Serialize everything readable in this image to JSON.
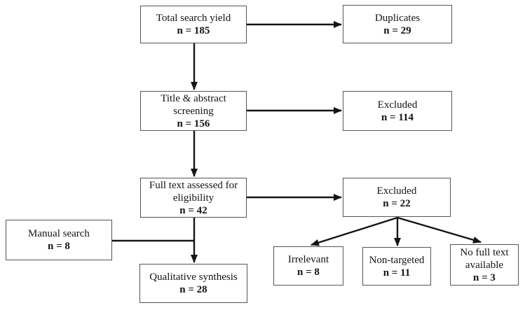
{
  "diagram": {
    "type": "flowchart",
    "subject": "literature-screening-flow",
    "colors": {
      "background": "#ffffff",
      "border": "#555555",
      "arrow": "#141414",
      "text": "#141414"
    },
    "nodes": {
      "total": {
        "label": "Total search yield",
        "count": "n = 185",
        "value": 185
      },
      "duplicates": {
        "label": "Duplicates",
        "count": "n = 29",
        "value": 29
      },
      "screening": {
        "label": "Title & abstract screening",
        "count": "n = 156",
        "value": 156
      },
      "excluded114": {
        "label": "Excluded",
        "count": "n = 114",
        "value": 114
      },
      "fulltext": {
        "label": "Full text assessed for eligibility",
        "count": "n = 42",
        "value": 42
      },
      "excluded22": {
        "label": "Excluded",
        "count": "n = 22",
        "value": 22
      },
      "manual": {
        "label": "Manual search",
        "count": "n = 8",
        "value": 8
      },
      "qualitative": {
        "label": "Qualitative synthesis",
        "count": "n = 28",
        "value": 28
      },
      "irrelevant": {
        "label": "Irrelevant",
        "count": "n = 8",
        "value": 8
      },
      "nontargeted": {
        "label": "Non-targeted",
        "count": "n = 11",
        "value": 11
      },
      "nofulltext": {
        "label": "No full text available",
        "count": "n = 3",
        "value": 3
      }
    },
    "edges": [
      {
        "from": "total",
        "to": "duplicates"
      },
      {
        "from": "total",
        "to": "screening"
      },
      {
        "from": "screening",
        "to": "excluded114"
      },
      {
        "from": "screening",
        "to": "fulltext"
      },
      {
        "from": "fulltext",
        "to": "excluded22"
      },
      {
        "from": "fulltext",
        "to": "qualitative"
      },
      {
        "from": "manual",
        "to": "qualitative"
      },
      {
        "from": "excluded22",
        "to": "irrelevant"
      },
      {
        "from": "excluded22",
        "to": "nontargeted"
      },
      {
        "from": "excluded22",
        "to": "nofulltext"
      }
    ]
  }
}
